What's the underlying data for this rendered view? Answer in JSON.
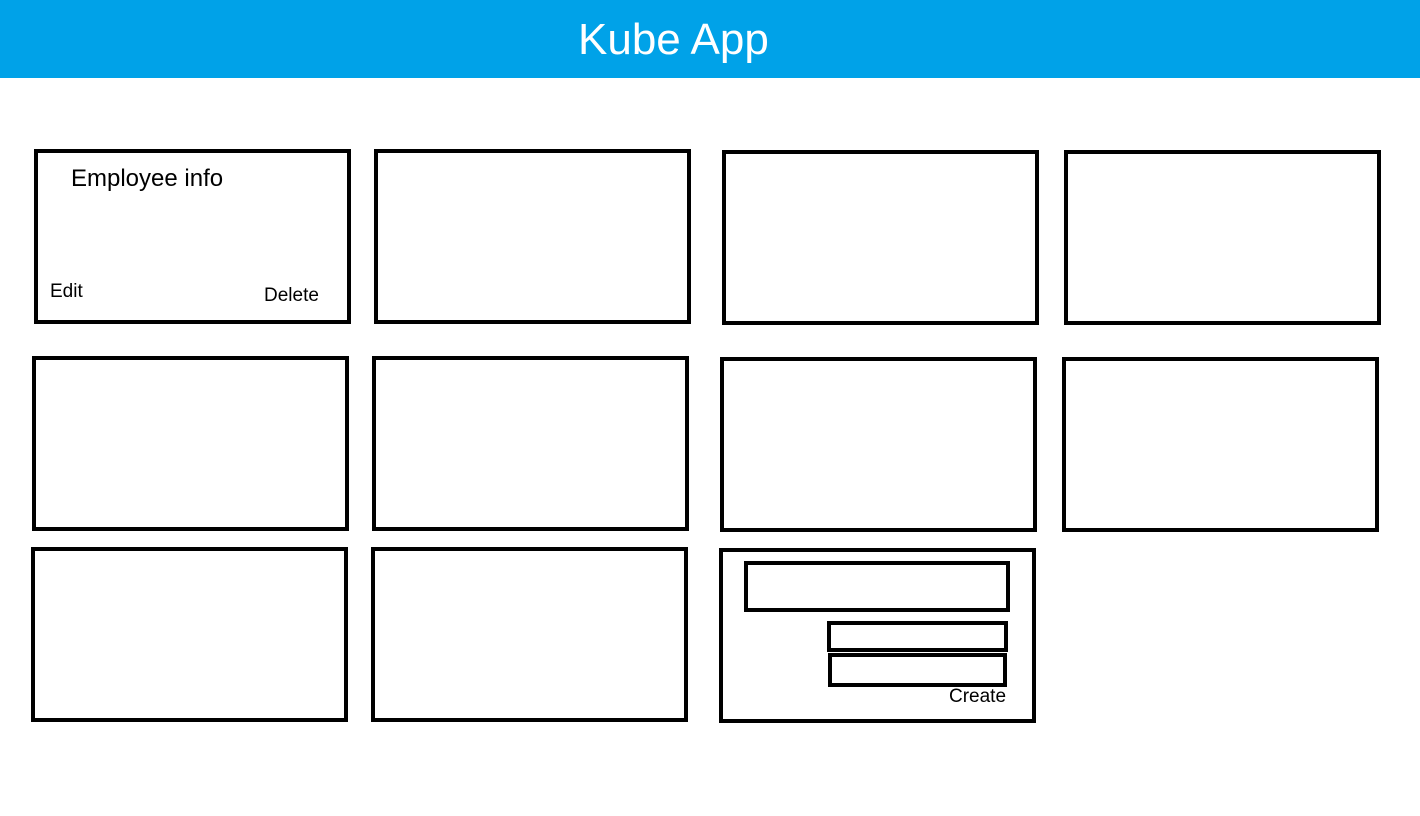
{
  "header": {
    "title": "Kube App",
    "background_color": "#00a2e8",
    "text_color": "#ffffff"
  },
  "cards": {
    "first": {
      "title": "Employee info",
      "edit_label": "Edit",
      "delete_label": "Delete"
    },
    "empty_card_count": 9
  },
  "create_form": {
    "create_label": "Create"
  }
}
